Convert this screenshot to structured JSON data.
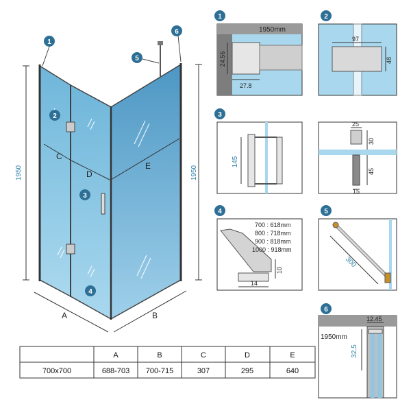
{
  "main": {
    "letters": {
      "a": "A",
      "b": "B",
      "c": "C",
      "d": "D",
      "e": "E"
    },
    "height_left": "1950",
    "height_right": "1950",
    "callouts": [
      "1",
      "2",
      "3",
      "4",
      "5",
      "6"
    ]
  },
  "details": {
    "d1": {
      "badge": "1",
      "height_label": "1950mm",
      "dim_v": "24.56",
      "dim_h": "27.8"
    },
    "d2": {
      "badge": "2",
      "dim_w": "97",
      "dim_h": "48"
    },
    "d3": {
      "badge": "3",
      "dim": "145"
    },
    "d3b": {
      "dim_top": "25",
      "dim_30": "30",
      "dim_45": "45",
      "dim_15": "15"
    },
    "d4": {
      "badge": "4",
      "rows": [
        "700 : 618mm",
        "800 : 718mm",
        "900 : 818mm",
        "1000 : 918mm"
      ],
      "dim_w": "14",
      "dim_h": "10"
    },
    "d5": {
      "badge": "5",
      "dim": "300"
    },
    "d6": {
      "badge": "6",
      "height_label": "1950mm",
      "dim_w": "12.45",
      "dim_h": "32.5"
    }
  },
  "table": {
    "headers": [
      "",
      "A",
      "B",
      "C",
      "D",
      "E"
    ],
    "row": [
      "700x700",
      "688-703",
      "700-715",
      "307",
      "295",
      "640"
    ]
  }
}
